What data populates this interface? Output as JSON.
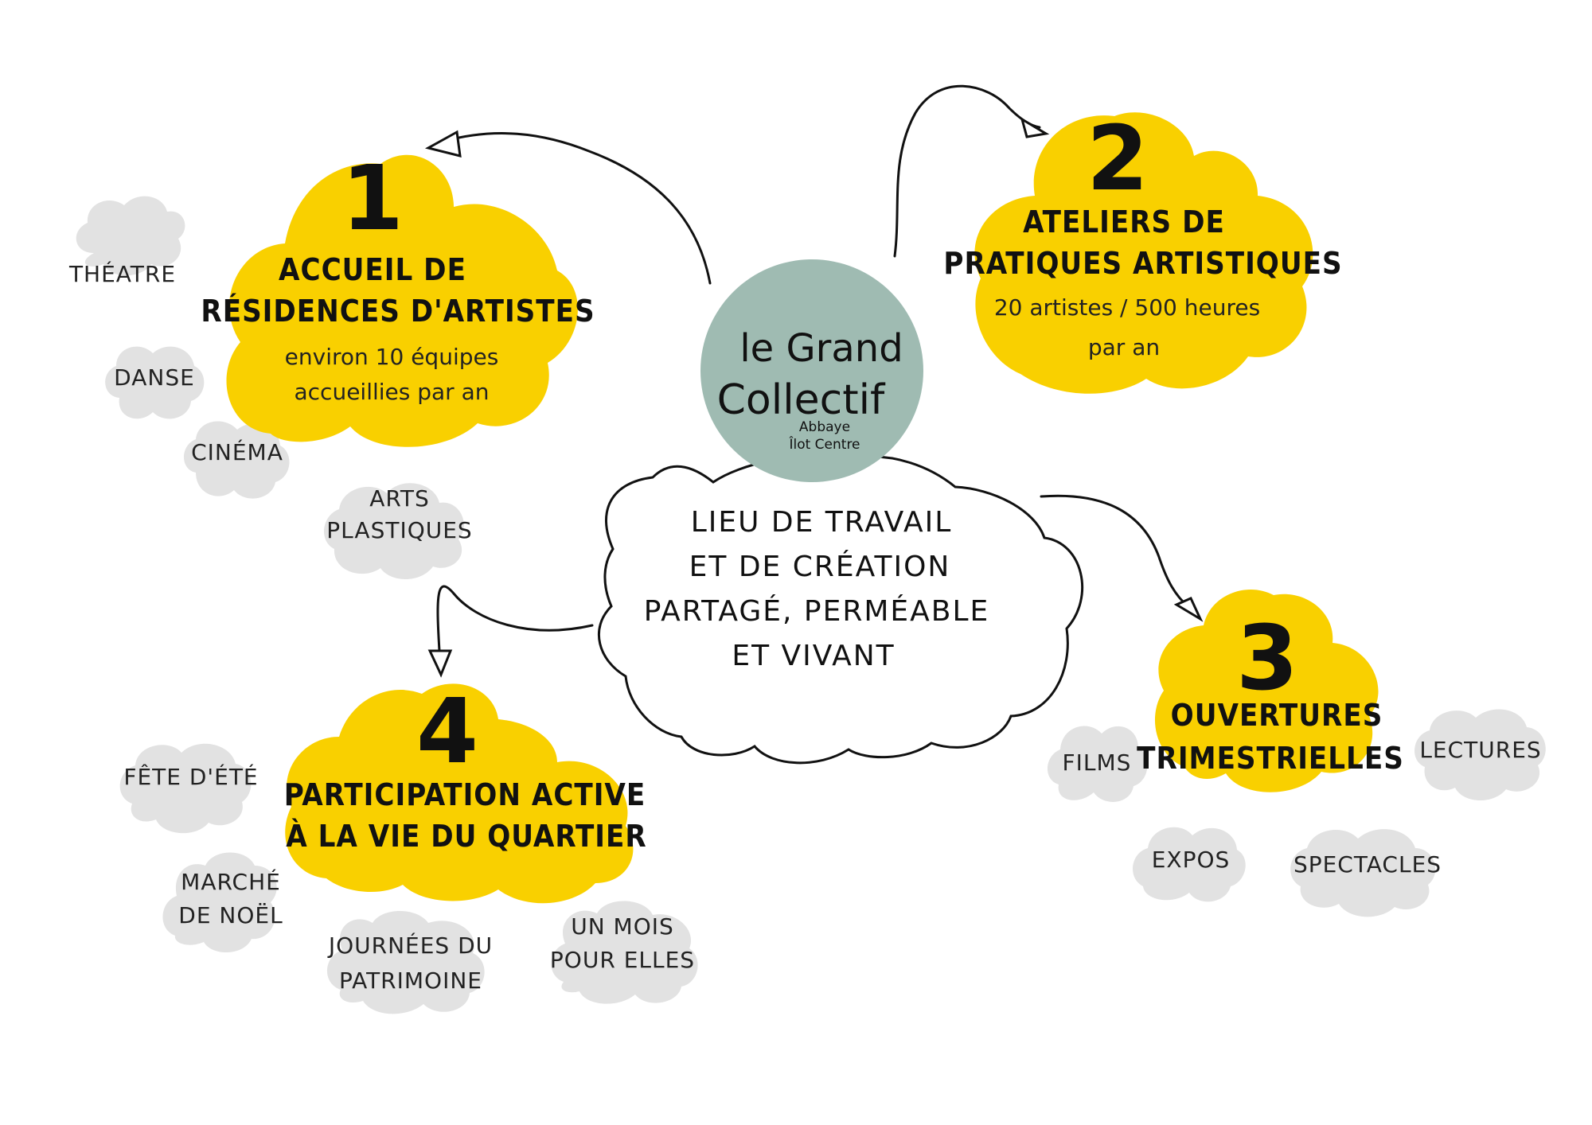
{
  "colors": {
    "accent": "#F9D000",
    "tag_bg": "#E2E2E2",
    "logo_bg": "#9FBBB2",
    "ink": "#111111"
  },
  "logo": {
    "line1": "le Grand",
    "line2": "Collectif",
    "sub1": "Abbaye",
    "sub2": "Îlot Centre"
  },
  "center": {
    "lines": [
      "LIEU DE TRAVAIL",
      "ET DE CRÉATION",
      "PARTAGÉ, PERMÉABLE",
      "ET VIVANT"
    ]
  },
  "nodes": [
    {
      "number": "1",
      "title": [
        "ACCUEIL DE",
        "RÉSIDENCES D'ARTISTES"
      ],
      "subtitle": [
        "environ 10 équipes",
        "accueillies par an"
      ],
      "tags": [
        [
          "THÉATRE"
        ],
        [
          "DANSE"
        ],
        [
          "CINÉMA"
        ],
        [
          "ARTS",
          "PLASTIQUES"
        ]
      ]
    },
    {
      "number": "2",
      "title": [
        "ATELIERS DE",
        "PRATIQUES ARTISTIQUES"
      ],
      "subtitle": [
        "20 artistes / 500 heures",
        "par an"
      ],
      "tags": []
    },
    {
      "number": "3",
      "title": [
        "OUVERTURES",
        "TRIMESTRIELLES"
      ],
      "subtitle": [],
      "tags": [
        [
          "FILMS"
        ],
        [
          "LECTURES"
        ],
        [
          "EXPOS"
        ],
        [
          "SPECTACLES"
        ]
      ]
    },
    {
      "number": "4",
      "title": [
        "PARTICIPATION ACTIVE",
        "À LA VIE DU QUARTIER"
      ],
      "subtitle": [],
      "tags": [
        [
          "FÊTE D'ÉTÉ"
        ],
        [
          "MARCHÉ",
          "DE NOËL"
        ],
        [
          "JOURNÉES DU",
          "PATRIMOINE"
        ],
        [
          "UN MOIS",
          "POUR ELLES"
        ]
      ]
    }
  ]
}
